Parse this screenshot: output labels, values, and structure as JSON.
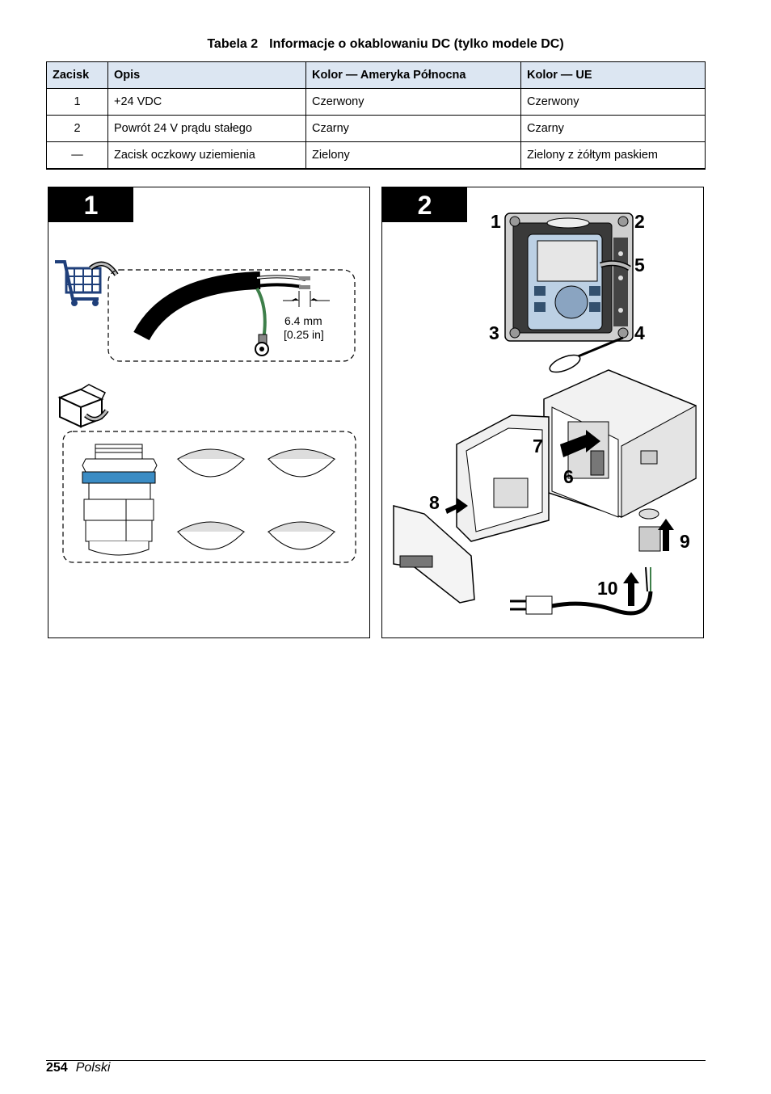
{
  "table": {
    "caption_label": "Tabela 2",
    "caption_title": "Informacje o okablowaniu DC (tylko modele DC)",
    "headers": [
      "Zacisk",
      "Opis",
      "Kolor — Ameryka Północna",
      "Kolor — UE"
    ],
    "rows": [
      [
        "1",
        "+24 VDC",
        "Czerwony",
        "Czerwony"
      ],
      [
        "2",
        "Powrót 24 V prądu stałego",
        "Czarny",
        "Czarny"
      ],
      [
        "—",
        "Zacisk oczkowy uziemienia",
        "Zielony",
        "Zielony z żółtym paskiem"
      ]
    ]
  },
  "figure": {
    "step1": {
      "number": "1",
      "strip_length_mm": "6.4 mm",
      "strip_length_in": "[0.25 in]",
      "icons": [
        "shopping-cart-icon",
        "package-icon"
      ]
    },
    "step2": {
      "number": "2",
      "callouts": [
        "1",
        "2",
        "3",
        "4",
        "5",
        "6",
        "7",
        "8",
        "9",
        "10"
      ]
    }
  },
  "footer": {
    "page": "254",
    "language": "Polski"
  },
  "colors": {
    "header_fill": "#dce6f2",
    "cart_blue": "#1f3f7a",
    "ground_green": "#3e7f4a"
  }
}
